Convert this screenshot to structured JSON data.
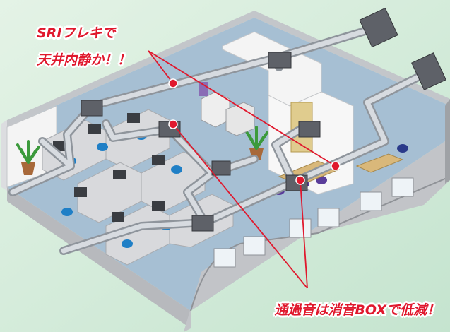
{
  "callouts": {
    "flexible_duct_line1": "SRIフレキで",
    "flexible_duct_line2": "天井内静か！！",
    "silencer_box": "通過音は消音BOXで低減！"
  },
  "colors": {
    "background": "#d4ecd9",
    "callout_text": "#e0182d",
    "leader_line": "#e0182d",
    "floor": "#a6bfd3",
    "wall_white": "#f7f7f7",
    "wall_grey": "#b7b9bd",
    "duct": "#c7ccd2",
    "silencer_box": "#5e6168",
    "chair_blue": "#1f7fc6",
    "chair_purple": "#5a3d9a",
    "plant": "#3c9a3c",
    "door": "#e0cc8e"
  }
}
